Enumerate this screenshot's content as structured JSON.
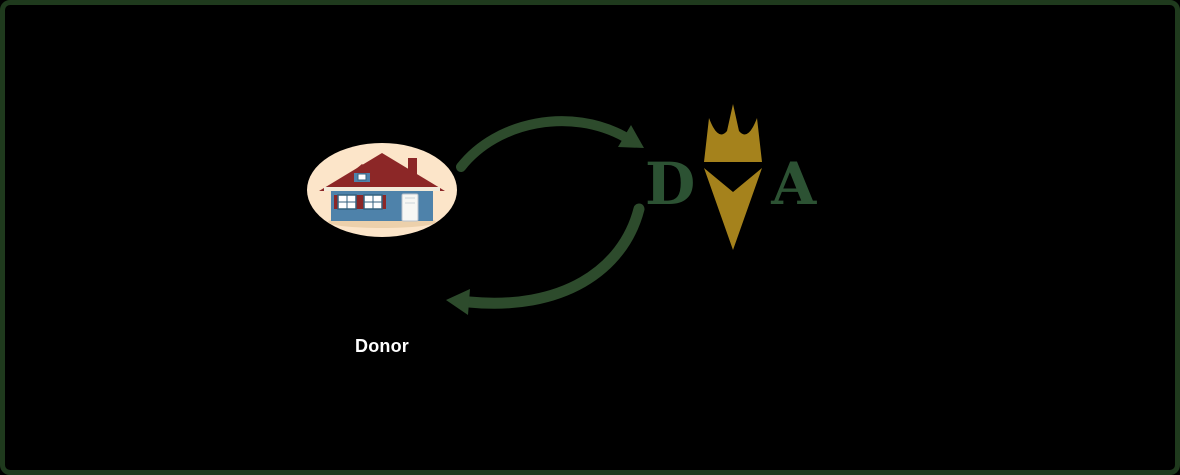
{
  "figure": {
    "donor_label": "Donor",
    "logo": {
      "letter_left": "D",
      "letter_right": "A"
    }
  },
  "colors": {
    "background": "#000000",
    "frame_border": "#1f3a1d",
    "arrow_green": "#2d4b2c",
    "logo_letters_green": "#2c5233",
    "logo_gold": "#a5821c",
    "house_ellipse_peach": "#fce5c9",
    "house_wall_blue": "#4e82aa",
    "house_roof_red": "#8c2727",
    "donor_label_text": "#ffffff"
  },
  "icons": {
    "house": "house-icon",
    "org_mark": "crown-icon",
    "give_arrow": "give-arrow-icon",
    "return_arrow": "return-arrow-icon"
  }
}
